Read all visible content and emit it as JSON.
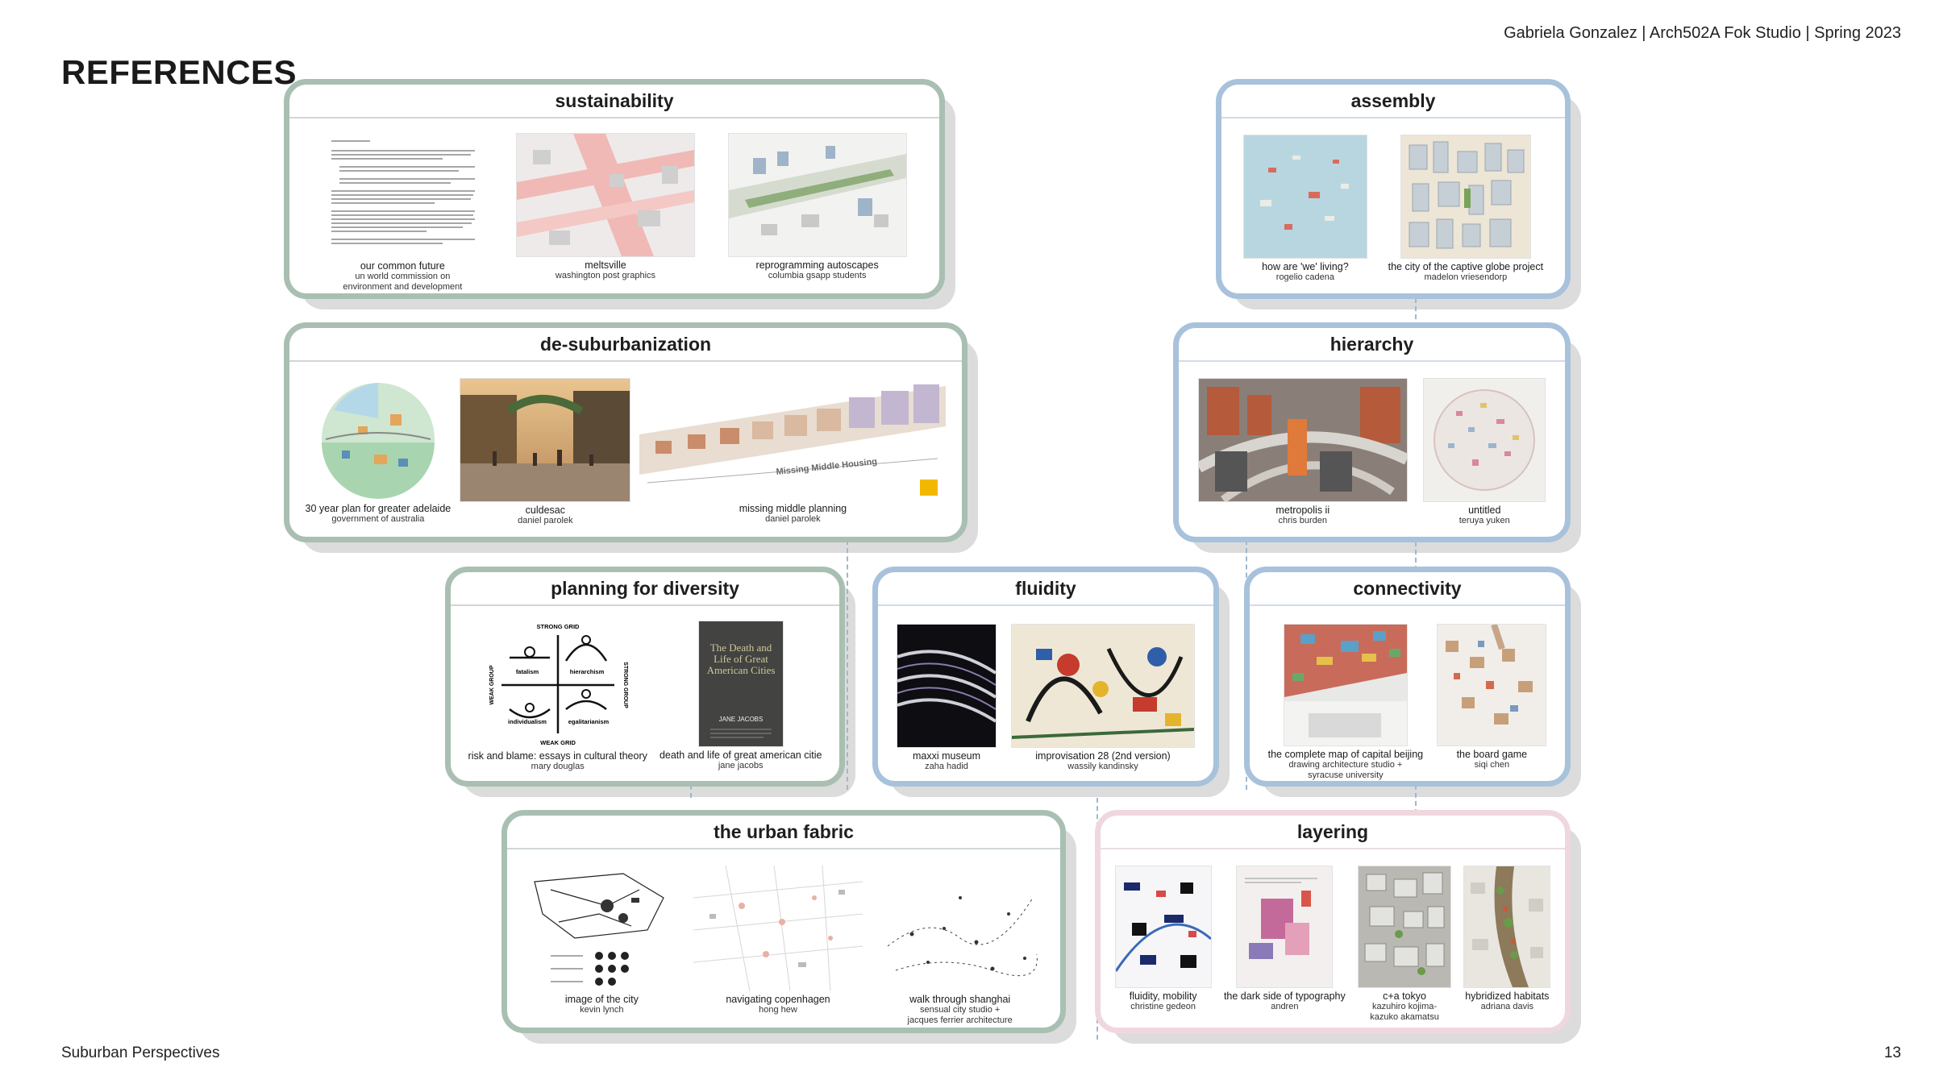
{
  "header": {
    "credit": "Gabriela Gonzalez | Arch502A Fok Studio | Spring 2023"
  },
  "page_title": "REFERENCES",
  "footer": {
    "left": "Suburban Perspectives",
    "page_number": "13"
  },
  "cards": {
    "sustainability": {
      "title": "sustainability",
      "items": [
        {
          "caption": "our common future",
          "credit": "un world commission on",
          "credit2": "environment and development"
        },
        {
          "caption": "meltsville",
          "credit": "washington post graphics"
        },
        {
          "caption": "reprogramming autoscapes",
          "credit": "columbia gsapp students"
        }
      ]
    },
    "assembly": {
      "title": "assembly",
      "items": [
        {
          "caption": "how are 'we' living?",
          "credit": "rogelio cadena"
        },
        {
          "caption": "the city of the captive globe project",
          "credit": "madelon vriesendorp"
        }
      ]
    },
    "desuburbanization": {
      "title": "de-suburbanization",
      "items": [
        {
          "caption": "30 year plan for greater adelaide",
          "credit": "government of australia"
        },
        {
          "caption": "culdesac",
          "credit": "daniel parolek"
        },
        {
          "caption": "missing middle planning",
          "credit": "daniel parolek"
        }
      ]
    },
    "hierarchy": {
      "title": "hierarchy",
      "items": [
        {
          "caption": "metropolis ii",
          "credit": "chris burden"
        },
        {
          "caption": "untitled",
          "credit": "teruya yuken"
        }
      ]
    },
    "diversity": {
      "title": "planning for diversity",
      "items": [
        {
          "caption": "risk and blame: essays in cultural theory",
          "credit": "mary douglas"
        },
        {
          "caption": "death and life of great american citie",
          "credit": "jane jacobs"
        }
      ]
    },
    "fluidity": {
      "title": "fluidity",
      "items": [
        {
          "caption": "maxxi museum",
          "credit": "zaha hadid"
        },
        {
          "caption": "improvisation 28 (2nd version)",
          "credit": "wassily kandinsky"
        }
      ]
    },
    "connectivity": {
      "title": "connectivity",
      "items": [
        {
          "caption": "the complete map of capital beijing",
          "credit": "drawing architecture studio +",
          "credit2": "syracuse university"
        },
        {
          "caption": "the board game",
          "credit": "siqi chen"
        }
      ]
    },
    "urban_fabric": {
      "title": "the urban fabric",
      "items": [
        {
          "caption": "image of the city",
          "credit": "kevin lynch"
        },
        {
          "caption": "navigating copenhagen",
          "credit": "hong hew"
        },
        {
          "caption": "walk through shanghai",
          "credit": "sensual city studio +",
          "credit2": "jacques ferrier architecture"
        }
      ]
    },
    "layering": {
      "title": "layering",
      "items": [
        {
          "caption": "fluidity, mobility",
          "credit": "christine gedeon"
        },
        {
          "caption": "the dark side of typography",
          "credit": "andren"
        },
        {
          "caption": "c+a tokyo",
          "credit": "kazuhiro kojima-",
          "credit2": "kazuko akamatsu"
        },
        {
          "caption": "hybridized habitats",
          "credit": "adriana davis"
        }
      ]
    }
  },
  "diagram_labels": {
    "strong_grid": "STRONG GRID",
    "weak_grid": "WEAK GRID",
    "weak_group": "WEAK GROUP",
    "strong_group": "STRONG GROUP",
    "fatalism": "fatalism",
    "hierarchism": "hierarchism",
    "individualism": "individualism",
    "egalitarianism": "egalitarianism"
  },
  "book_cover": {
    "title": "The Death and Life of Great American Cities",
    "author": "JANE JACOBS"
  },
  "chart_labels": {
    "missing_middle": "Missing Middle Housing"
  }
}
